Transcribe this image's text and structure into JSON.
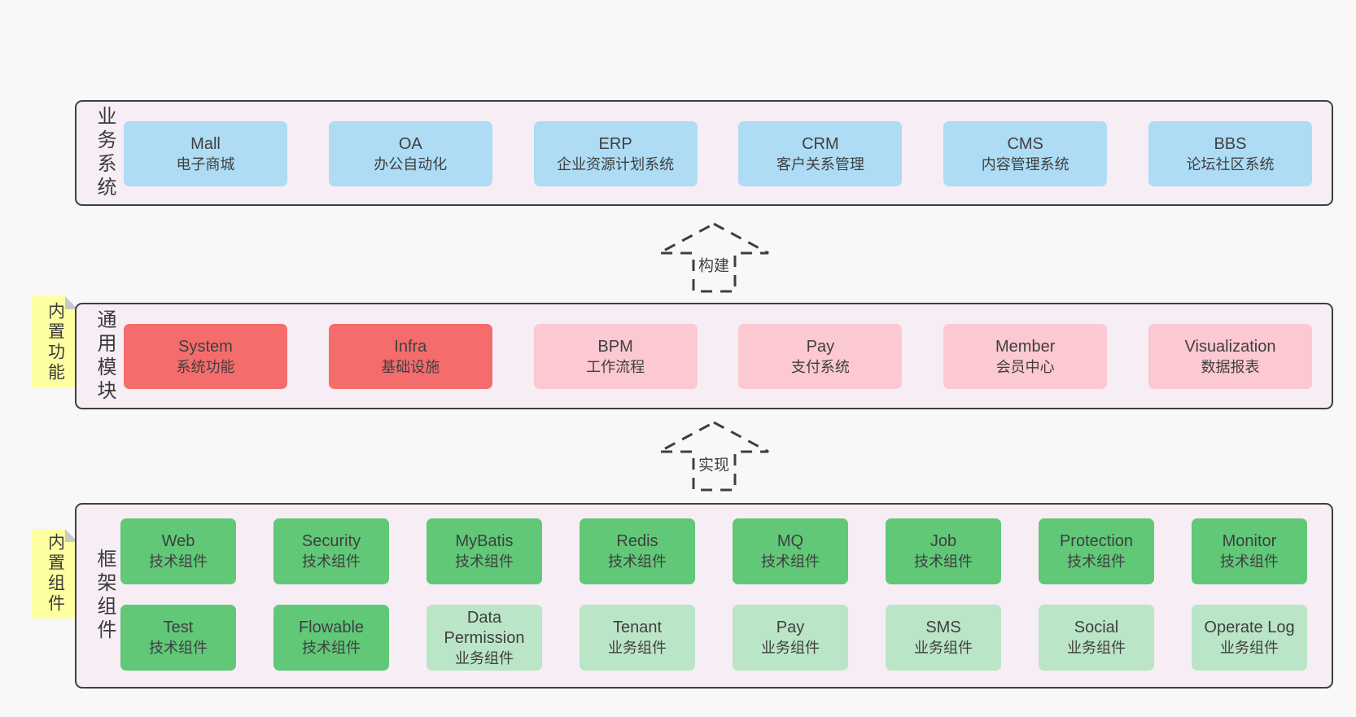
{
  "colors": {
    "page_bg": "#f8f8f8",
    "panel_bg": "#f7edf5",
    "panel_border": "#3f3f3f",
    "blue_node": "#aedcf5",
    "red_node": "#f56c6c",
    "pink_node": "#fcc8d1",
    "green_node": "#61c878",
    "light_green_node": "#bae5c6",
    "note_bg": "#feffa0",
    "note_fold": "#c6c9cc",
    "text": "#3f3f3f"
  },
  "notes": [
    {
      "label": "内置功能"
    },
    {
      "label": "内置组件"
    }
  ],
  "arrows": [
    {
      "label": "构建"
    },
    {
      "label": "实现"
    }
  ],
  "sections": [
    {
      "label": "业务系统",
      "rows": [
        {
          "items": [
            {
              "name": "Mall",
              "desc": "电子商城",
              "type": "blue"
            },
            {
              "name": "OA",
              "desc": "办公自动化",
              "type": "blue"
            },
            {
              "name": "ERP",
              "desc": "企业资源计划系统",
              "type": "blue"
            },
            {
              "name": "CRM",
              "desc": "客户关系管理",
              "type": "blue"
            },
            {
              "name": "CMS",
              "desc": "内容管理系统",
              "type": "blue"
            },
            {
              "name": "BBS",
              "desc": "论坛社区系统",
              "type": "blue"
            }
          ]
        }
      ]
    },
    {
      "label": "通用模块",
      "rows": [
        {
          "items": [
            {
              "name": "System",
              "desc": "系统功能",
              "type": "red"
            },
            {
              "name": "Infra",
              "desc": "基础设施",
              "type": "red"
            },
            {
              "name": "BPM",
              "desc": "工作流程",
              "type": "pink"
            },
            {
              "name": "Pay",
              "desc": "支付系统",
              "type": "pink"
            },
            {
              "name": "Member",
              "desc": "会员中心",
              "type": "pink"
            },
            {
              "name": "Visualization",
              "desc": "数据报表",
              "type": "pink"
            }
          ]
        }
      ]
    },
    {
      "label": "框架组件",
      "rows": [
        {
          "items": [
            {
              "name": "Web",
              "desc": "技术组件",
              "type": "green"
            },
            {
              "name": "Security",
              "desc": "技术组件",
              "type": "green"
            },
            {
              "name": "MyBatis",
              "desc": "技术组件",
              "type": "green"
            },
            {
              "name": "Redis",
              "desc": "技术组件",
              "type": "green"
            },
            {
              "name": "MQ",
              "desc": "技术组件",
              "type": "green"
            },
            {
              "name": "Job",
              "desc": "技术组件",
              "type": "green"
            },
            {
              "name": "Protection",
              "desc": "技术组件",
              "type": "green"
            },
            {
              "name": "Monitor",
              "desc": "技术组件",
              "type": "green"
            }
          ]
        },
        {
          "items": [
            {
              "name": "Test",
              "desc": "技术组件",
              "type": "green"
            },
            {
              "name": "Flowable",
              "desc": "技术组件",
              "type": "green"
            },
            {
              "name": "Data Permission",
              "desc": "业务组件",
              "type": "light-green"
            },
            {
              "name": "Tenant",
              "desc": "业务组件",
              "type": "light-green"
            },
            {
              "name": "Pay",
              "desc": "业务组件",
              "type": "light-green"
            },
            {
              "name": "SMS",
              "desc": "业务组件",
              "type": "light-green"
            },
            {
              "name": "Social",
              "desc": "业务组件",
              "type": "light-green"
            },
            {
              "name": "Operate Log",
              "desc": "业务组件",
              "type": "light-green"
            }
          ]
        }
      ]
    }
  ]
}
